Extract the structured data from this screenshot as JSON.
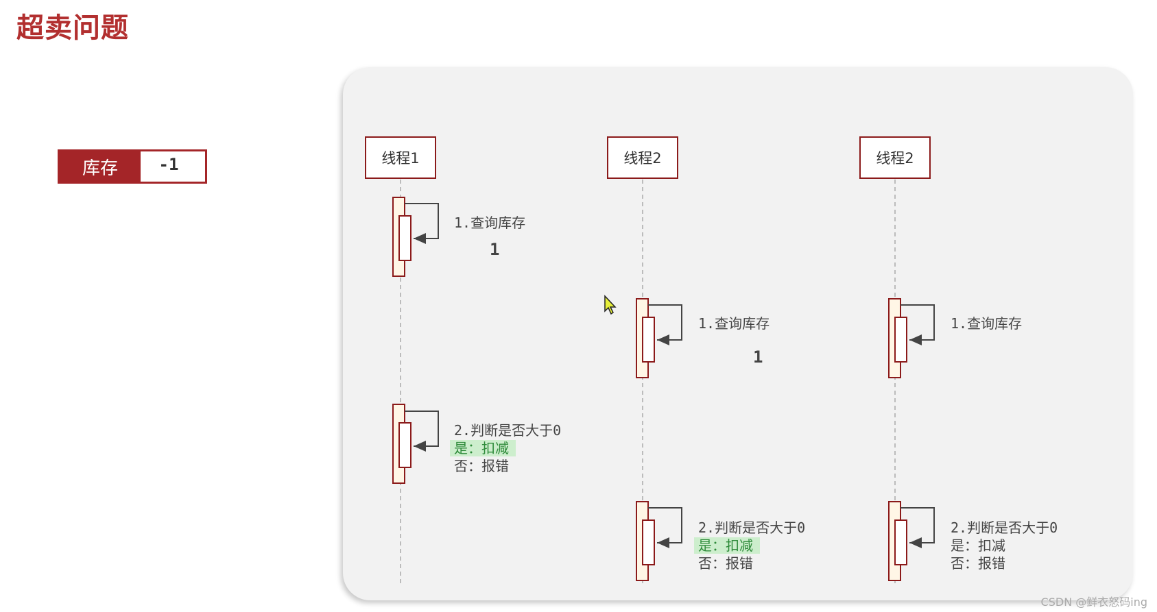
{
  "title": "超卖问题",
  "stock": {
    "label": "库存",
    "value": "-1"
  },
  "threads": [
    {
      "label": "线程1"
    },
    {
      "label": "线程2"
    },
    {
      "label": "线程2"
    }
  ],
  "steps": {
    "t1_query": "1.查询库存",
    "t1_query_result": "1",
    "t1_judge": "2.判断是否大于0",
    "t1_yes": "是：扣减",
    "t1_no": "否：报错",
    "t2_query": "1.查询库存",
    "t2_query_result": "1",
    "t2_judge": "2.判断是否大于0",
    "t2_yes": "是：扣减",
    "t2_no": "否：报错",
    "t3_query": "1.查询库存",
    "t3_judge": "2.判断是否大于0",
    "t3_yes": "是：扣减",
    "t3_no": "否：报错"
  },
  "watermark": "CSDN @鲜衣怒码ing",
  "colors": {
    "accent": "#a42528",
    "title": "#b22f2f",
    "highlight": "#cdeecd",
    "activation_fill": "#fff6e6"
  }
}
